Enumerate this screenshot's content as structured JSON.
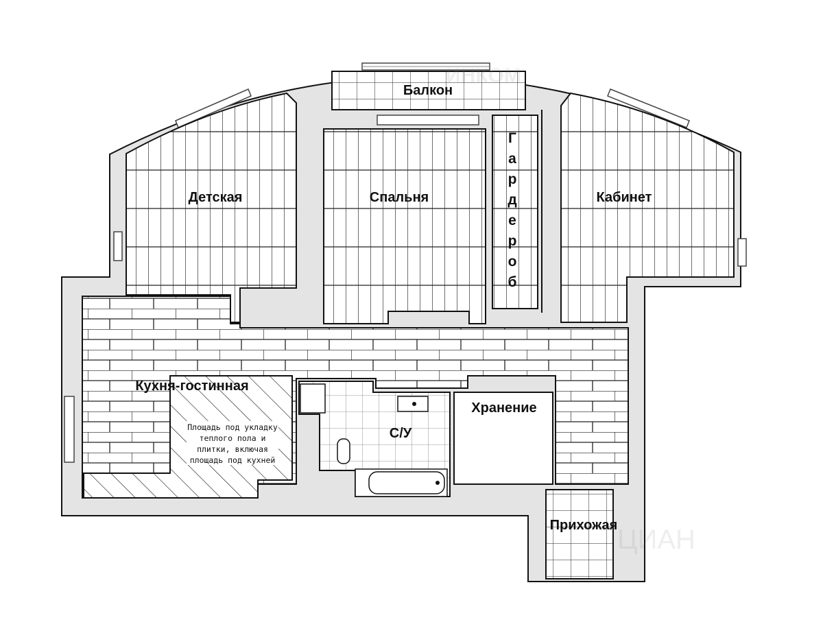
{
  "plan": {
    "rooms": {
      "balcony": "Балкон",
      "kids_room": "Детская",
      "bedroom": "Спальня",
      "wardrobe": "Гардероб",
      "study": "Кабинет",
      "kitchen_living": "Кухня-гостинная",
      "bathroom": "С/У",
      "storage": "Хранение",
      "hallway": "Прихожая"
    },
    "note": {
      "line1": "Площадь под укладку",
      "line2": "теплого пола и",
      "line3": "плитки, включая",
      "line4": "площадь под кухней"
    }
  },
  "colors": {
    "wall": "#e4e4e4",
    "outline": "#111111",
    "floor": "#ffffff",
    "glass": "#bbbbbb"
  }
}
